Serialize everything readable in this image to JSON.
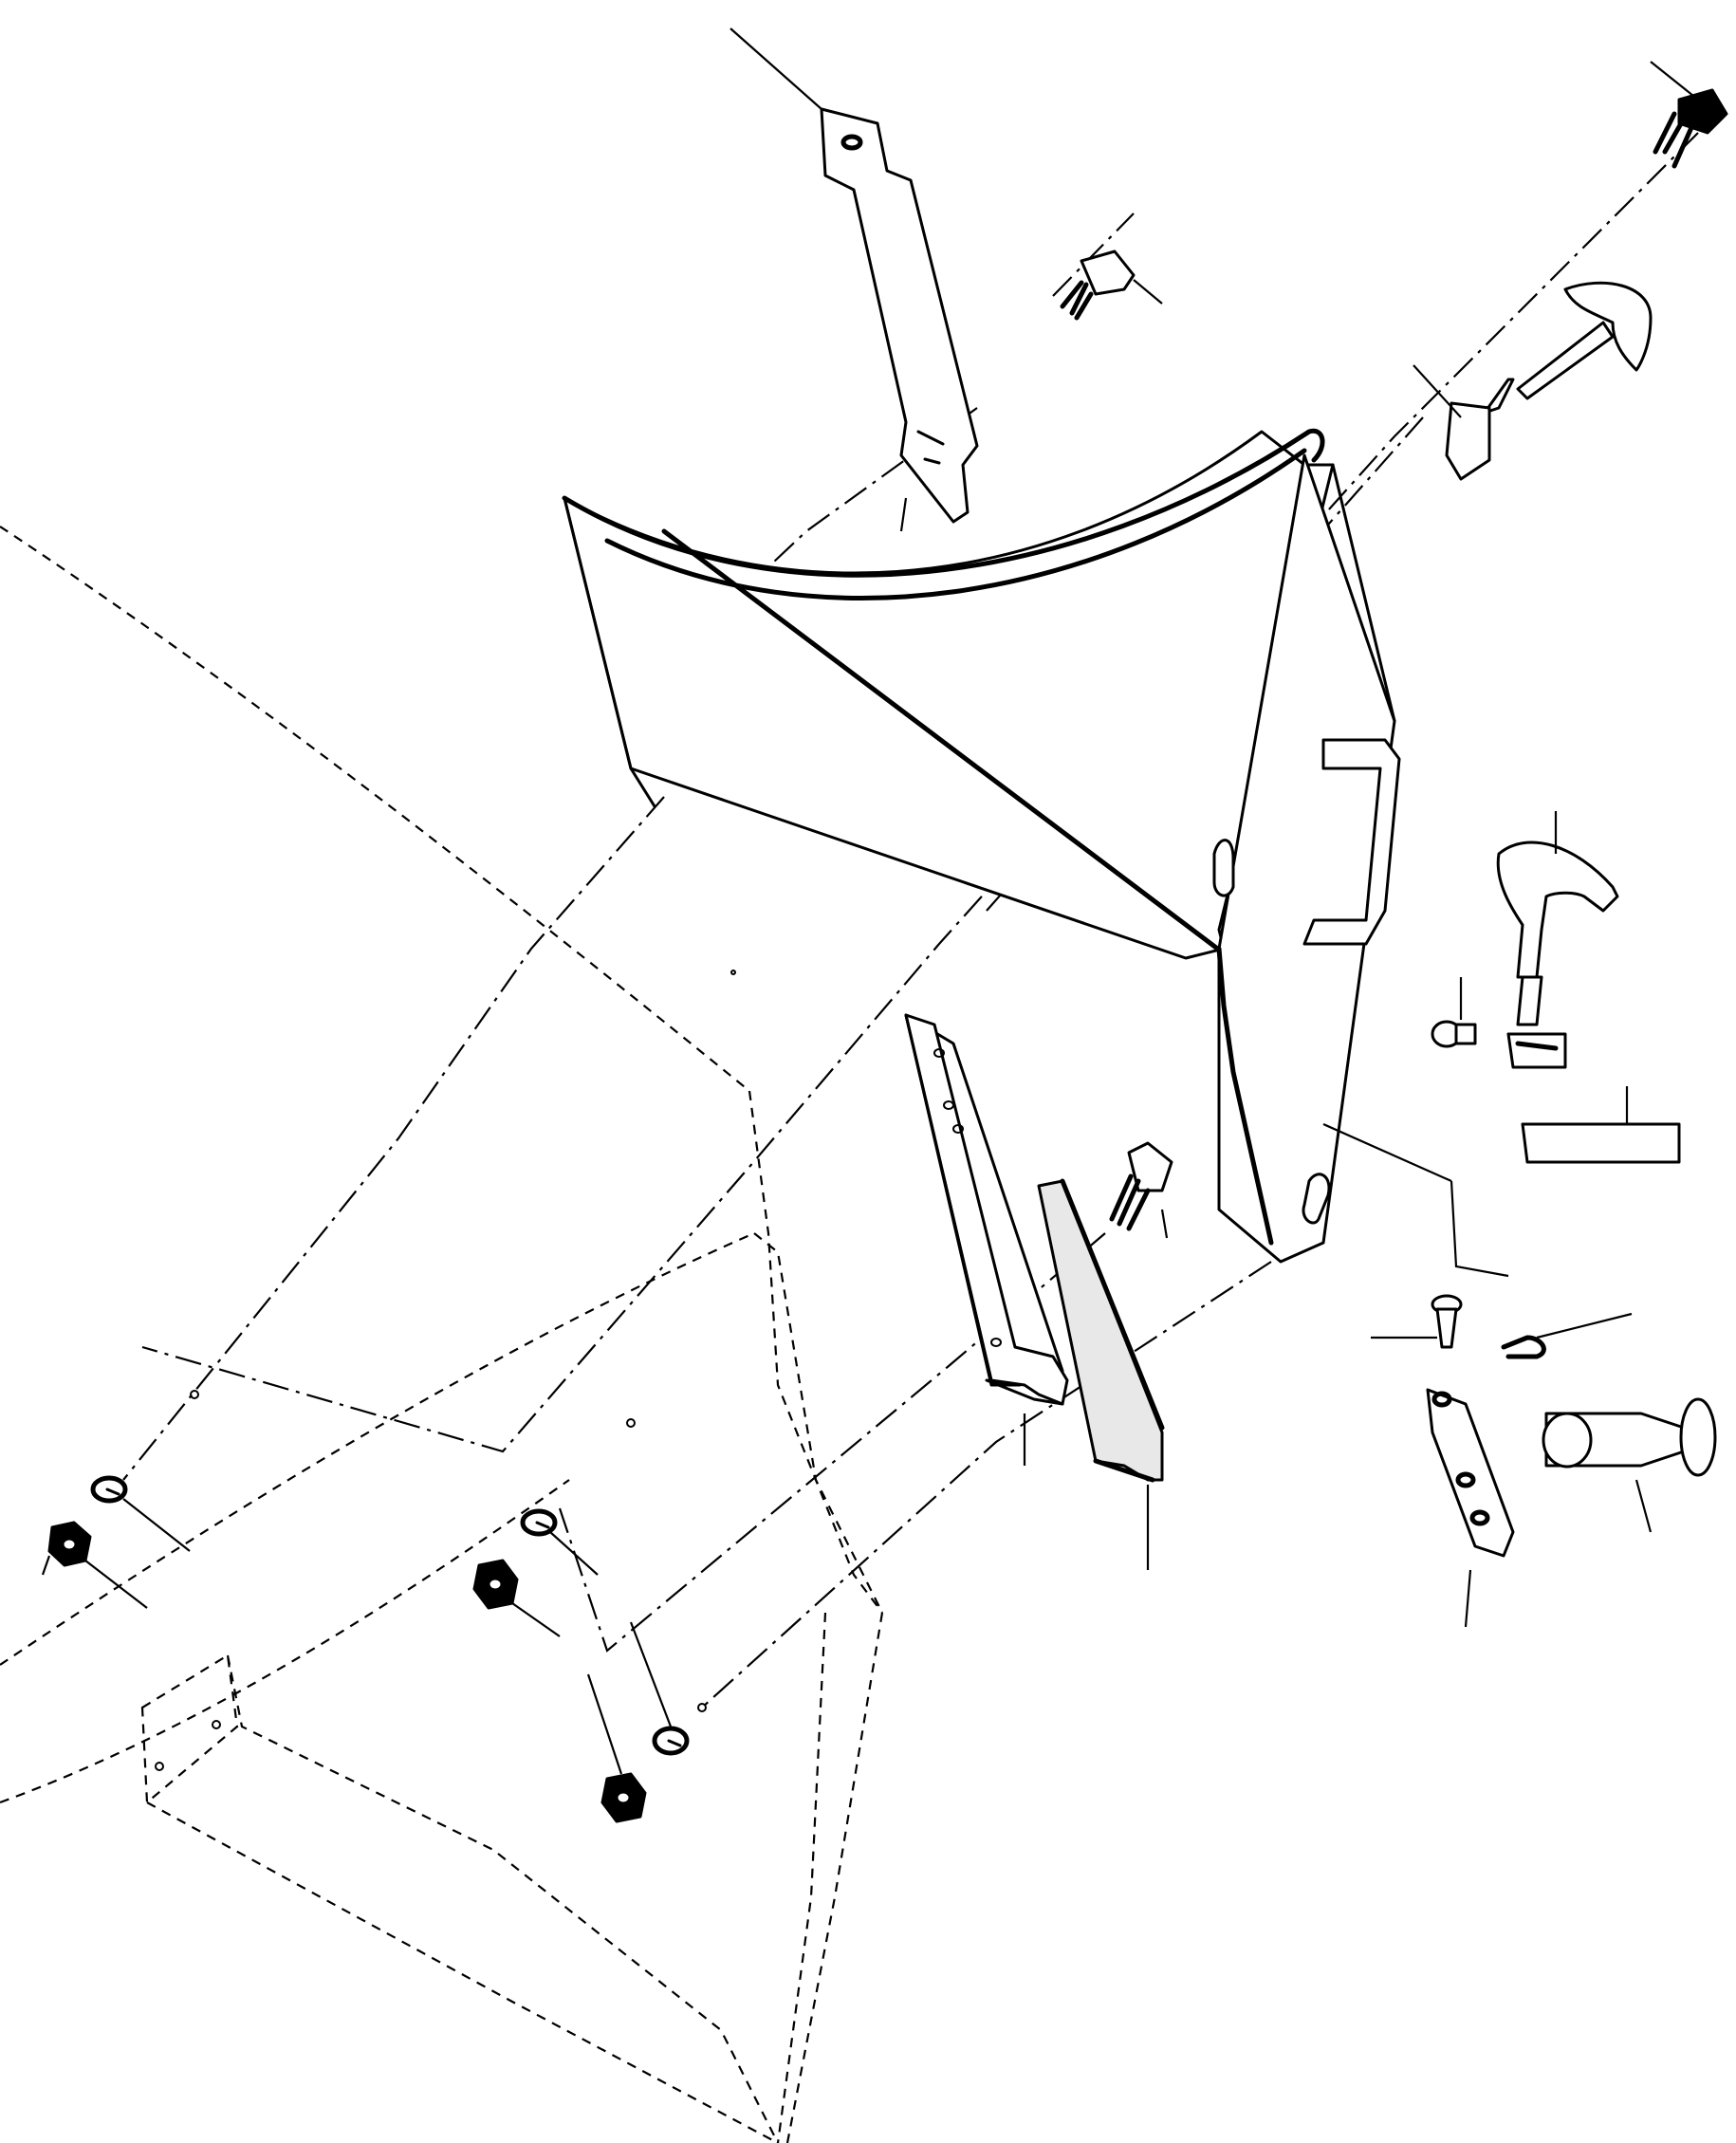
{
  "diagram": {
    "parts": [
      {
        "id": "support-bracket",
        "icon": "bracket-strap-icon"
      },
      {
        "id": "bolt-bracket",
        "icon": "hex-bolt-icon"
      },
      {
        "id": "bolt-top-right",
        "icon": "hex-bolt-icon"
      },
      {
        "id": "hood-latch-upper",
        "icon": "t-handle-latch-icon"
      },
      {
        "id": "curved-shield-panel",
        "icon": "curved-panel-icon"
      },
      {
        "id": "hinged-cover",
        "icon": "hinged-cover-icon"
      },
      {
        "id": "handle",
        "icon": "handle-icon"
      },
      {
        "id": "t-handle-latch",
        "icon": "t-handle-latch-icon"
      },
      {
        "id": "rivet",
        "icon": "rivet-icon"
      },
      {
        "id": "rubber-block",
        "icon": "rubber-block-icon"
      },
      {
        "id": "hinge-pin",
        "icon": "pin-icon"
      },
      {
        "id": "cotter-pin",
        "icon": "cotter-pin-icon"
      },
      {
        "id": "hinge-plate",
        "icon": "hinge-plate-icon"
      },
      {
        "id": "catch-knob",
        "icon": "knob-catch-icon"
      },
      {
        "id": "channel-bracket",
        "icon": "channel-bracket-icon"
      },
      {
        "id": "flat-strip",
        "icon": "flat-strip-icon"
      },
      {
        "id": "bolt-strip",
        "icon": "hex-bolt-icon"
      },
      {
        "id": "lock-washer-left",
        "icon": "lock-washer-icon"
      },
      {
        "id": "hex-nut-left",
        "icon": "hex-nut-icon"
      },
      {
        "id": "lock-washer-mid",
        "icon": "lock-washer-icon"
      },
      {
        "id": "hex-nut-mid",
        "icon": "hex-nut-icon"
      },
      {
        "id": "lock-washer-low",
        "icon": "lock-washer-icon"
      },
      {
        "id": "hex-nut-low",
        "icon": "hex-nut-icon"
      },
      {
        "id": "body-outline",
        "icon": "dashed-body-outline-icon"
      }
    ]
  }
}
